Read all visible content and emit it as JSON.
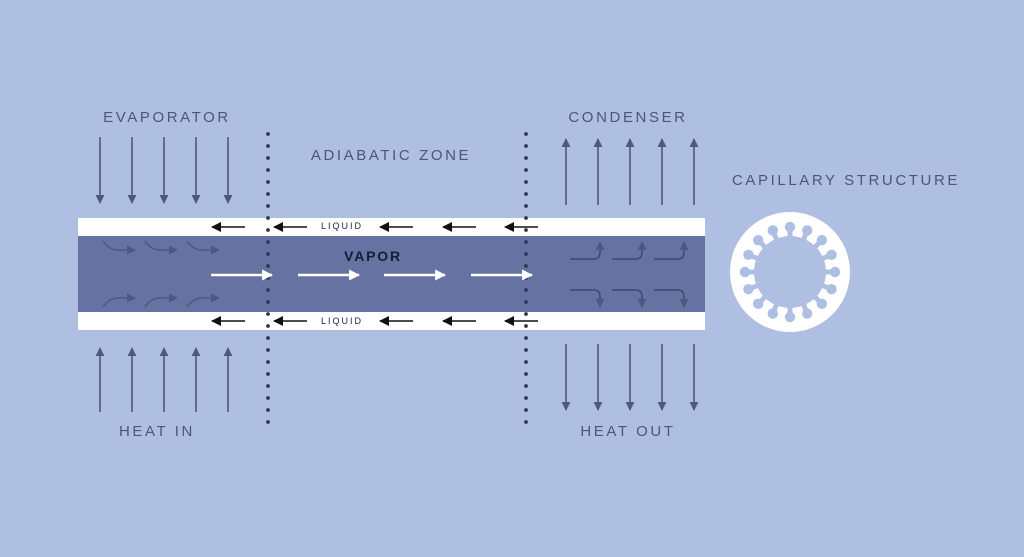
{
  "labels": {
    "evaporator": "EVAPORATOR",
    "adiabatic_zone": "ADIABATIC ZONE",
    "condenser": "CONDENSER",
    "capillary_structure": "CAPILLARY STRUCTURE",
    "liquid_top": "LIQUID",
    "liquid_bottom": "LIQUID",
    "vapor": "VAPOR",
    "heat_in": "HEAT IN",
    "heat_out": "HEAT OUT"
  },
  "colors": {
    "background": "#afbfe1",
    "pipe_wall": "#ffffff",
    "vapor_core": "#6673a2",
    "arrow_dark": "#4d577f",
    "arrow_light": "#ffffff",
    "text": "#4a5580"
  }
}
